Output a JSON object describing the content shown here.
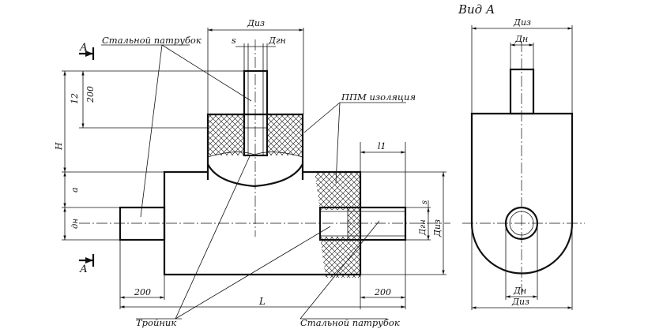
{
  "labels": {
    "view_a": "Вид А",
    "section_a_top": "А",
    "section_a_bottom": "А",
    "steel_pipe_top": "Стальной патрубок",
    "steel_pipe_bottom": "Стальной патрубок",
    "ppm_insulation": "ППМ изоляция",
    "tee": "Тройник"
  },
  "dimensions": {
    "diz_top": "Диз",
    "s_top": "s",
    "dgn_top": "Дгн",
    "dim_12": "12",
    "dim_200_vertical": "200",
    "H": "H",
    "a": "a",
    "dn_left": "дн",
    "l1": "l1",
    "s_right": "s",
    "dgn_right": "Дгн",
    "diz_right": "Диз",
    "dim_200_left": "200",
    "dim_200_right": "200",
    "L": "L",
    "view_diz_top": "Диз",
    "view_dn_top": "Дн",
    "view_dn_bottom": "Дн",
    "view_diz_bottom": "Диз"
  }
}
